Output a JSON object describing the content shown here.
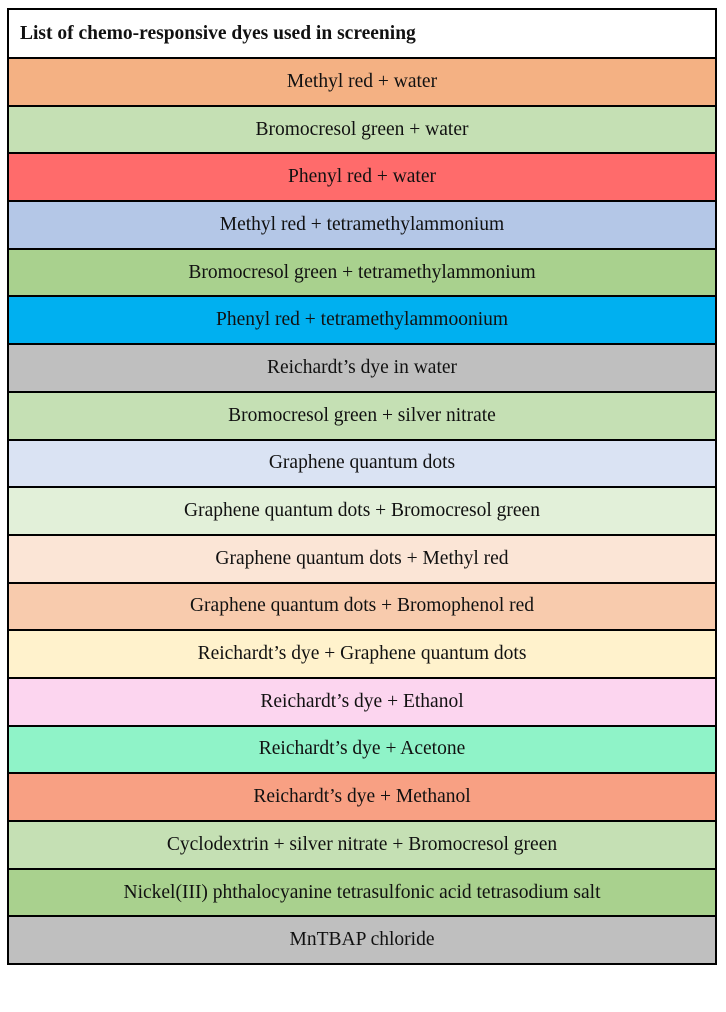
{
  "header": {
    "title": "List of chemo-responsive dyes used in screening"
  },
  "rows": [
    {
      "label": "Methyl red + water",
      "color": "#F4B183"
    },
    {
      "label": "Bromocresol green + water",
      "color": "#C5E0B4"
    },
    {
      "label": "Phenyl red + water",
      "color": "#FF6B6B"
    },
    {
      "label": "Methyl red + tetramethylammonium",
      "color": "#B4C7E7"
    },
    {
      "label": "Bromocresol green + tetramethylammonium",
      "color": "#A9D18E"
    },
    {
      "label": "Phenyl red + tetramethylammoonium",
      "color": "#00B0F0"
    },
    {
      "label": "Reichardt’s dye in water",
      "color": "#BFBFBF"
    },
    {
      "label": "Bromocresol green + silver nitrate",
      "color": "#C5E0B4"
    },
    {
      "label": "Graphene quantum dots",
      "color": "#DAE3F3"
    },
    {
      "label": "Graphene quantum dots + Bromocresol green",
      "color": "#E2F0D9"
    },
    {
      "label": "Graphene quantum dots + Methyl red",
      "color": "#FBE5D6"
    },
    {
      "label": "Graphene quantum dots + Bromophenol red",
      "color": "#F8CBAD"
    },
    {
      "label": "Reichardt’s dye + Graphene quantum dots",
      "color": "#FFF2CC"
    },
    {
      "label": "Reichardt’s dye + Ethanol",
      "color": "#FCD5EF"
    },
    {
      "label": "Reichardt’s dye + Acetone",
      "color": "#8FF3C8"
    },
    {
      "label": "Reichardt’s dye + Methanol",
      "color": "#F8A083"
    },
    {
      "label": "Cyclodextrin + silver nitrate + Bromocresol green",
      "color": "#C5E0B4"
    },
    {
      "label": "Nickel(III) phthalocyanine tetrasulfonic acid tetrasodium salt",
      "color": "#A9D18E"
    },
    {
      "label": "MnTBAP chloride",
      "color": "#BFBFBF"
    }
  ]
}
